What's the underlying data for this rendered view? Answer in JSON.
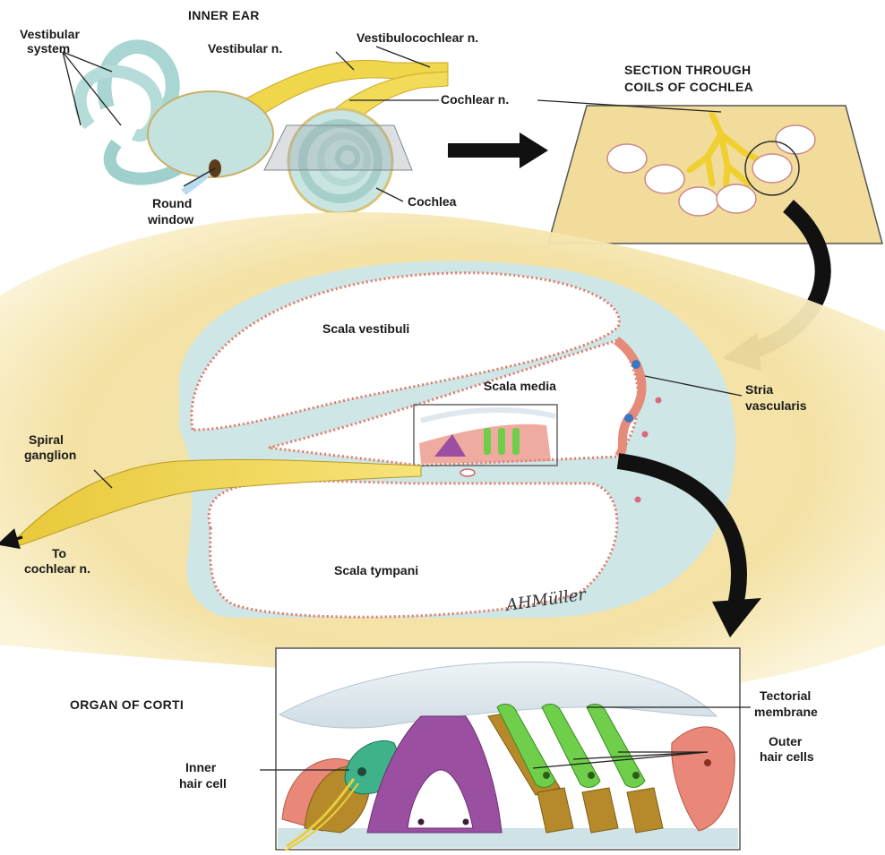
{
  "titles": {
    "inner_ear": "INNER EAR",
    "section": [
      "SECTION THROUGH",
      "COILS OF COCHLEA"
    ],
    "organ_of_corti": "ORGAN OF CORTI"
  },
  "labels": {
    "vestibular_system": [
      "Vestibular",
      "system"
    ],
    "vestibular_n": "Vestibular n.",
    "vestibulocochlear_n": "Vestibulocochlear n.",
    "cochlear_n": "Cochlear n.",
    "round_window": [
      "Round",
      "window"
    ],
    "cochlea": "Cochlea",
    "scala_vestibuli": "Scala vestibuli",
    "scala_media": "Scala media",
    "stria_vascularis": [
      "Stria",
      "vascularis"
    ],
    "spiral_ganglion": [
      "Spiral",
      "ganglion"
    ],
    "to_cochlear_n": [
      "To",
      "cochlear n."
    ],
    "scala_tympani": "Scala tympani",
    "tectorial_membrane": [
      "Tectorial",
      "membrane"
    ],
    "outer_hair_cells": [
      "Outer",
      "hair cells"
    ],
    "inner_hair_cell": [
      "Inner",
      "hair cell"
    ]
  },
  "signature": "AHMüller",
  "colors": {
    "bone": "#f3e2a6",
    "fluid": "#cfe6e6",
    "nerve": "#f0d64a",
    "membrane": "#e07a6a",
    "hair_cell": "#6fcf4a",
    "support_cell": "#b68a2a",
    "pillar": "#9a4fa0"
  }
}
